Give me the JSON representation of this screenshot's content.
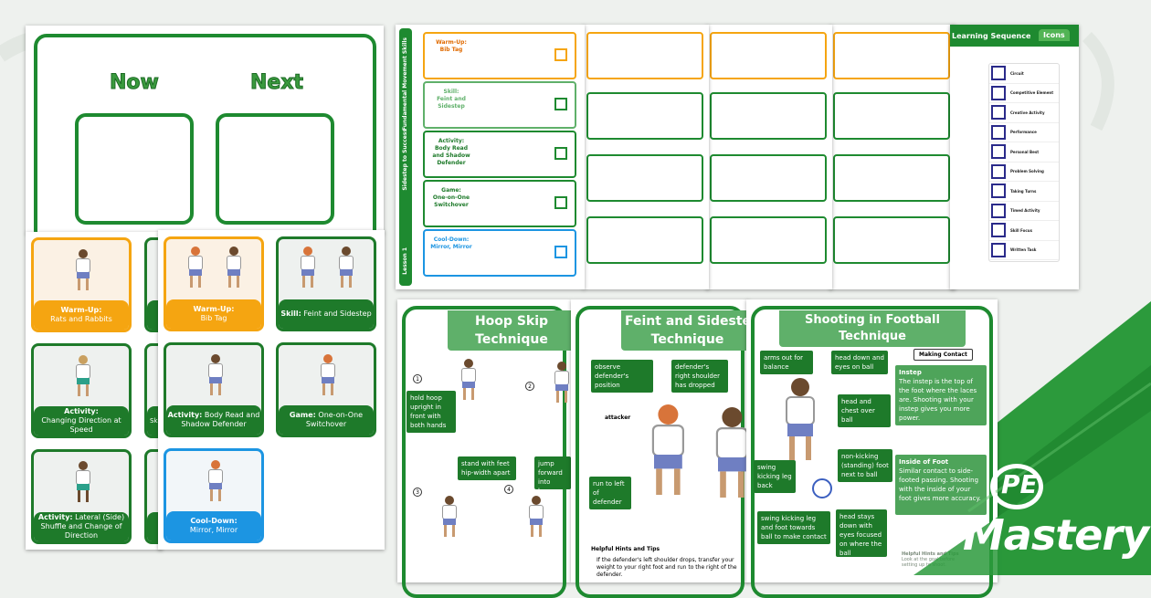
{
  "colors": {
    "brand_green": "#1e8a30",
    "warmup_orange": "#f5a511",
    "cooldown_blue": "#1c95e2",
    "logo_white": "#ffffff"
  },
  "now_next": {
    "now": "Now",
    "next": "Next"
  },
  "cards_back": [
    {
      "type": "Warm-Up:",
      "name": "Rats and Rabbits",
      "color": "orange"
    },
    {
      "type": "Activity:",
      "name": "Changing Direction at Speed",
      "color": "green"
    },
    {
      "type": "Activity:",
      "name": "Lateral (Side) Shuffle and Change of Direction",
      "color": "green"
    }
  ],
  "cards_back_partial": [
    "Sk"
  ],
  "cards_front": [
    {
      "type": "Warm-Up:",
      "name": "Bib Tag",
      "color": "orange"
    },
    {
      "type": "Skill:",
      "name": "Feint and Sidestep",
      "color": "green"
    },
    {
      "type": "Activity:",
      "name": "Body Read and Shadow Defender",
      "color": "green"
    },
    {
      "type": "Game:",
      "name": "One-on-One Switchover",
      "color": "green"
    },
    {
      "type": "Cool-Down:",
      "name": "Mirror, Mirror",
      "color": "blue"
    }
  ],
  "lesson_sheet": {
    "side_tabs": [
      "Fundamental Movement Skills",
      "Sidestep to Success",
      "Lesson 1"
    ],
    "rows": [
      {
        "type": "Warm-Up:",
        "name": "Bib Tag"
      },
      {
        "type": "Skill:",
        "name": "Feint and Sidestep"
      },
      {
        "type": "Activity:",
        "name": "Body Read and Shadow Defender"
      },
      {
        "type": "Game:",
        "name": "One-on-One Switchover"
      },
      {
        "type": "Cool-Down:",
        "name": "Mirror, Mirror"
      }
    ]
  },
  "icons_sheet": {
    "tab_sequence": "Learning Sequence",
    "tab_icons": "Icons",
    "items": [
      "Circuit",
      "Competitive Element",
      "Creative Activity",
      "Performance",
      "Personal Best",
      "Problem Solving",
      "Taking Turns",
      "Timed Activity",
      "Skill Focus",
      "Written Task"
    ]
  },
  "posters": {
    "hoop": {
      "title1": "Hoop Skip",
      "title2": "Technique",
      "labels": [
        "hold hoop upright in front with both hands",
        "stand with feet hip-width apart",
        "jump forward into hoop"
      ],
      "numbers": [
        "1",
        "2",
        "3",
        "4"
      ]
    },
    "feint": {
      "title1": "Feint and Sidestep",
      "title2": "Technique",
      "labels": [
        "observe defender's position",
        "defender's right shoulder has dropped",
        "run to left of defender"
      ],
      "attacker": "attacker",
      "hints_title": "Helpful Hints and Tips",
      "hint": "If the defender's left shoulder drops, transfer your weight to your right foot and run to the right of the defender."
    },
    "shooting": {
      "title1": "Shooting in Football",
      "title2": "Technique",
      "labels": [
        "arms out for balance",
        "head down and eyes on ball",
        "head and chest over ball",
        "non-kicking (standing) foot next to ball",
        "swing kicking leg back",
        "swing kicking leg and foot towards ball to make contact",
        "head stays down with eyes focused on where the ball"
      ],
      "contact_title": "Making Contact",
      "instep_title": "Instep",
      "instep_text": "The instep is the top of the foot where the laces are. Shooting with your instep gives you more power.",
      "inside_title": "Inside of Foot",
      "inside_text": "Similar contact to side-footed passing. Shooting with the inside of your foot gives more accuracy.",
      "hints_title": "Helpful Hints and Tips",
      "hint": "Look at the goal before setting up to shoot."
    }
  },
  "logo": {
    "line1": "PE",
    "line2": "Mastery"
  }
}
